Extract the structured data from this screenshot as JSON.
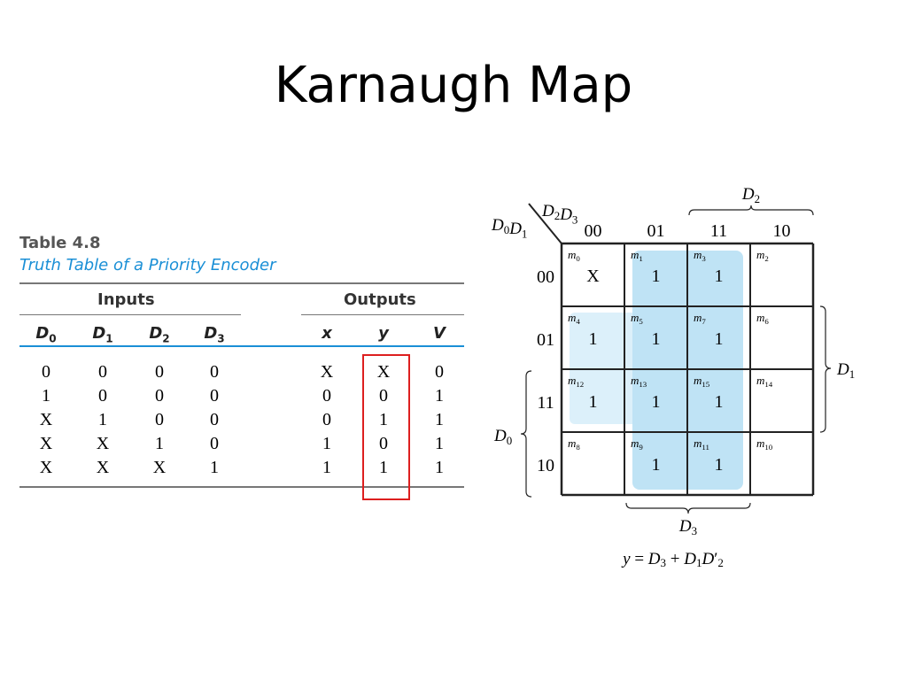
{
  "slide": {
    "title": "Karnaugh Map"
  },
  "table": {
    "number": "Table 4.8",
    "title": "Truth Table of a Priority Encoder",
    "group_inputs": "Inputs",
    "group_outputs": "Outputs",
    "columns": [
      "D0",
      "D1",
      "D2",
      "D3",
      "x",
      "y",
      "V"
    ],
    "column_subs": [
      "0",
      "1",
      "2",
      "3"
    ],
    "rows": [
      [
        "0",
        "0",
        "0",
        "0",
        "X",
        "X",
        "0"
      ],
      [
        "1",
        "0",
        "0",
        "0",
        "0",
        "0",
        "1"
      ],
      [
        "X",
        "1",
        "0",
        "0",
        "0",
        "1",
        "1"
      ],
      [
        "X",
        "X",
        "1",
        "0",
        "1",
        "0",
        "1"
      ],
      [
        "X",
        "X",
        "X",
        "1",
        "1",
        "1",
        "1"
      ]
    ],
    "highlight_color": "#dd1f1f"
  },
  "kmap": {
    "col_var_label": "D2D3",
    "row_var_label": "D0D1",
    "col_headers": [
      "00",
      "01",
      "11",
      "10"
    ],
    "row_headers": [
      "00",
      "01",
      "11",
      "10"
    ],
    "minterms": [
      [
        "m0",
        "m1",
        "m3",
        "m2"
      ],
      [
        "m4",
        "m5",
        "m7",
        "m6"
      ],
      [
        "m12",
        "m13",
        "m15",
        "m14"
      ],
      [
        "m8",
        "m9",
        "m11",
        "m10"
      ]
    ],
    "values": [
      [
        "X",
        "1",
        "1",
        ""
      ],
      [
        "1",
        "1",
        "1",
        ""
      ],
      [
        "1",
        "1",
        "1",
        ""
      ],
      [
        "",
        "1",
        "1",
        ""
      ]
    ],
    "brace_top": "D2",
    "brace_right": "D1",
    "brace_left": "D0",
    "brace_bottom": "D3",
    "equation": "y = D3 + D1D′2",
    "group_color_d3": "#bfe3f5",
    "group_color_d1": "#dcf0fa"
  }
}
